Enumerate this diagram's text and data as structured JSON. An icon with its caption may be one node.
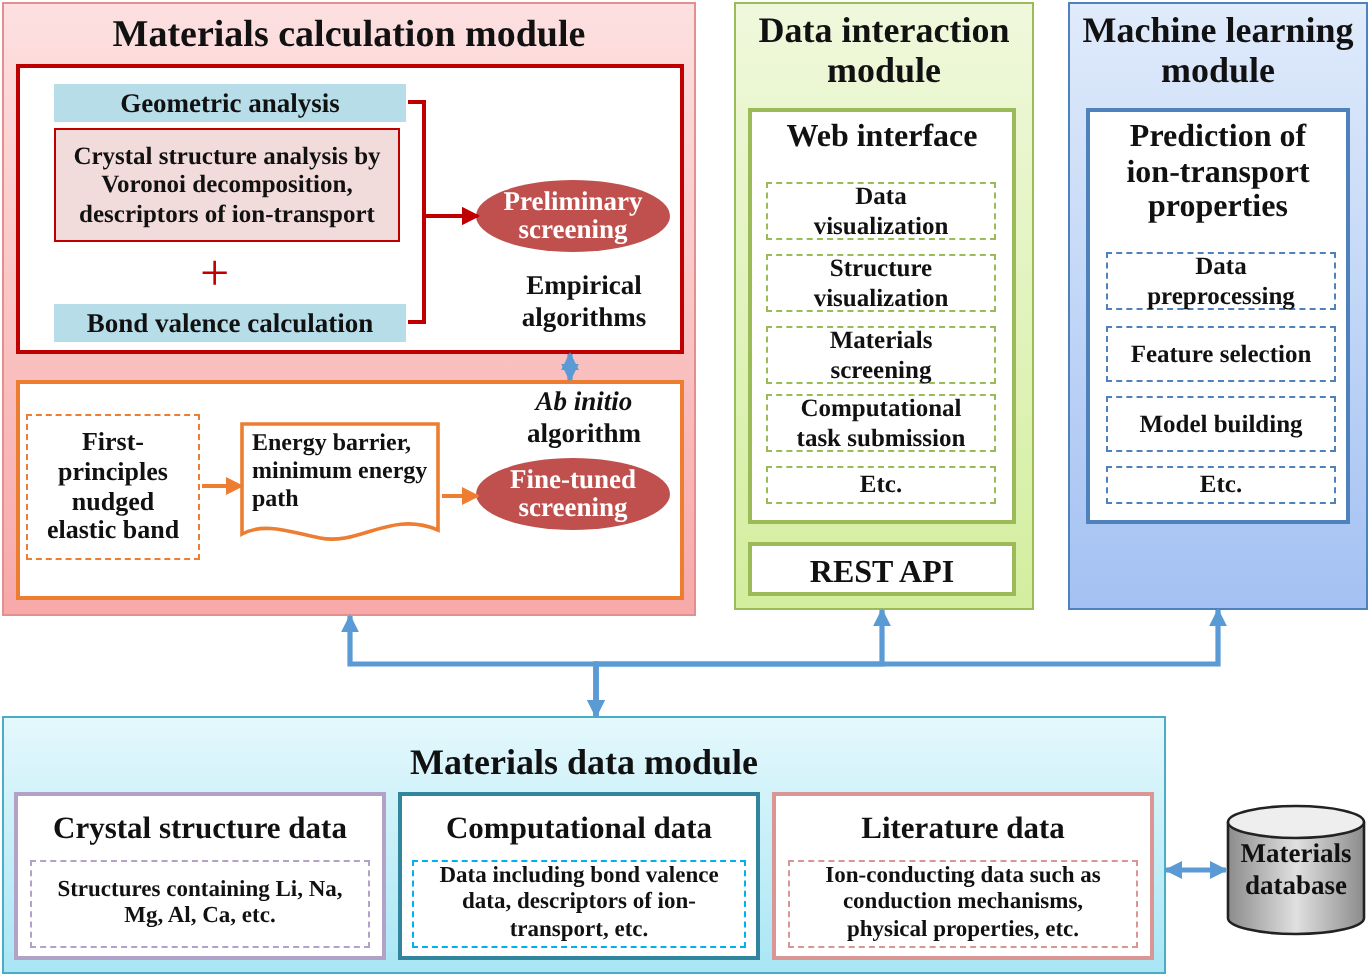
{
  "diagram": {
    "nodes": [
      {
        "text": [
          "Materials calculation module"
        ]
      },
      {
        "text": [
          "Empirical algorithms"
        ],
        "in": 0
      },
      {
        "text": [
          "Geometric analysis"
        ],
        "in": 1
      },
      {
        "text": [
          "Crystal structure analysis by Voronoi decomposition, descriptors of ion-transport"
        ],
        "in": 1
      },
      {
        "text": [
          "Bond valence calculation"
        ],
        "in": 1
      },
      {
        "text": [
          "Preliminary screening"
        ],
        "in": 1
      },
      {
        "text": [
          "*Ab initio* algorithm"
        ],
        "in": 0
      },
      {
        "text": [
          "First-principles nudged elastic band"
        ],
        "in": 6
      },
      {
        "text": [
          "Energy barrier, minimum energy path"
        ],
        "in": 6
      },
      {
        "text": [
          "Fine-tuned screening"
        ],
        "in": 6
      },
      {
        "text": [
          "Data interaction module"
        ]
      },
      {
        "text": [
          "Web interface"
        ],
        "in": 10
      },
      {
        "text": [
          "Data visualization"
        ],
        "in": 11
      },
      {
        "text": [
          "Structure visualization"
        ],
        "in": 11
      },
      {
        "text": [
          "Materials screening"
        ],
        "in": 11
      },
      {
        "text": [
          "Computational task submission"
        ],
        "in": 11
      },
      {
        "text": [
          "Etc."
        ],
        "in": 11
      },
      {
        "text": [
          "REST API"
        ],
        "in": 10
      },
      {
        "text": [
          "Machine learning module"
        ]
      },
      {
        "text": [
          "Prediction of ion-transport properties"
        ],
        "in": 18
      },
      {
        "text": [
          "Data preprocessing"
        ],
        "in": 19
      },
      {
        "text": [
          "Feature selection"
        ],
        "in": 19
      },
      {
        "text": [
          "Model building"
        ],
        "in": 19
      },
      {
        "text": [
          "Etc."
        ],
        "in": 19
      },
      {
        "text": [
          "Materials data module"
        ]
      },
      {
        "text": [
          "Crystal structure data"
        ],
        "in": 24
      },
      {
        "text": [
          "Structures containing Li, Na, Mg, Al, Ca, etc."
        ],
        "in": 25
      },
      {
        "text": [
          "Computational data"
        ],
        "in": 24
      },
      {
        "text": [
          "Data including bond valence data, descriptors of ion-transport, etc."
        ],
        "in": 27
      },
      {
        "text": [
          "Literature data"
        ],
        "in": 24
      },
      {
        "text": [
          "Ion-conducting data such as conduction mechanisms, physical properties, etc."
        ],
        "in": 29
      },
      {
        "text": [
          "Materials database"
        ]
      }
    ],
    "edges": [
      {
        "from": 2,
        "to": 5,
        "arrow": "to",
        "color": "#c00000"
      },
      {
        "from": 4,
        "to": 5,
        "arrow": "to",
        "color": "#c00000"
      },
      {
        "from": 1,
        "to": 6,
        "arrow": "both"
      },
      {
        "from": 7,
        "to": 8,
        "arrow": "to",
        "color": "#ed7d31"
      },
      {
        "from": 8,
        "to": 9,
        "arrow": "to",
        "color": "#ed7d31"
      },
      {
        "from": 24,
        "to": 0,
        "arrow": "both"
      },
      {
        "from": 24,
        "to": 10,
        "arrow": "both"
      },
      {
        "from": 24,
        "to": 18,
        "arrow": "both"
      },
      {
        "from": 24,
        "to": 31,
        "arrow": "both"
      }
    ],
    "labels": [
      "+"
    ]
  }
}
